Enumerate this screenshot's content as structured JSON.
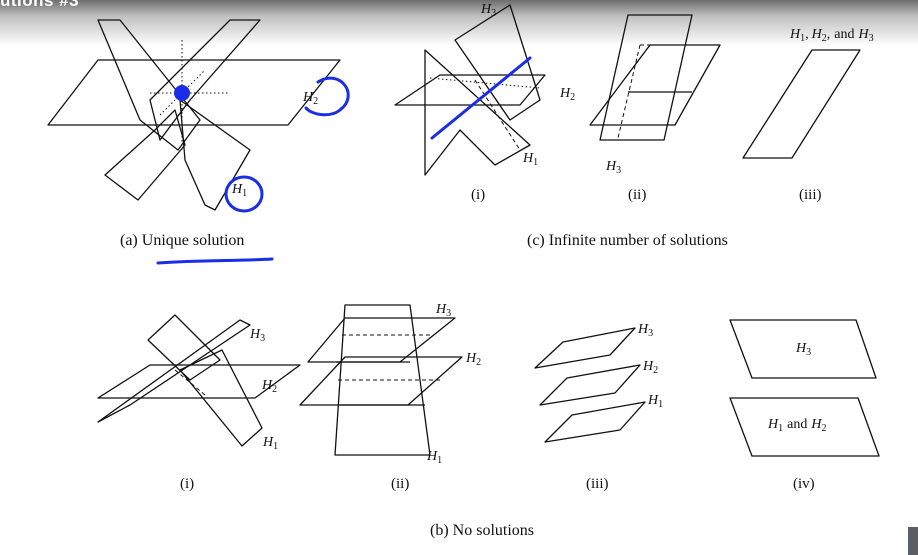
{
  "header": {
    "fragment_text": "utions #3"
  },
  "labels": {
    "H1": "H",
    "H2": "H",
    "H3": "H",
    "sub1": "1",
    "sub2": "2",
    "sub3": "3",
    "comma1": ",",
    "comma2": ",",
    "and": "and"
  },
  "panel_a": {
    "caption": "(a) Unique solution"
  },
  "panel_c": {
    "caption": "(c) Infinite number of solutions",
    "sub_i": "(i)",
    "sub_ii": "(ii)",
    "sub_iii": "(iii)"
  },
  "panel_b": {
    "caption": "(b) No solutions",
    "sub_i": "(i)",
    "sub_ii": "(ii)",
    "sub_iii": "(iii)",
    "sub_iv": "(iv)"
  },
  "colors": {
    "annotation_ink": "#1a2ee8",
    "line": "#111111",
    "background": "#ffffff"
  }
}
